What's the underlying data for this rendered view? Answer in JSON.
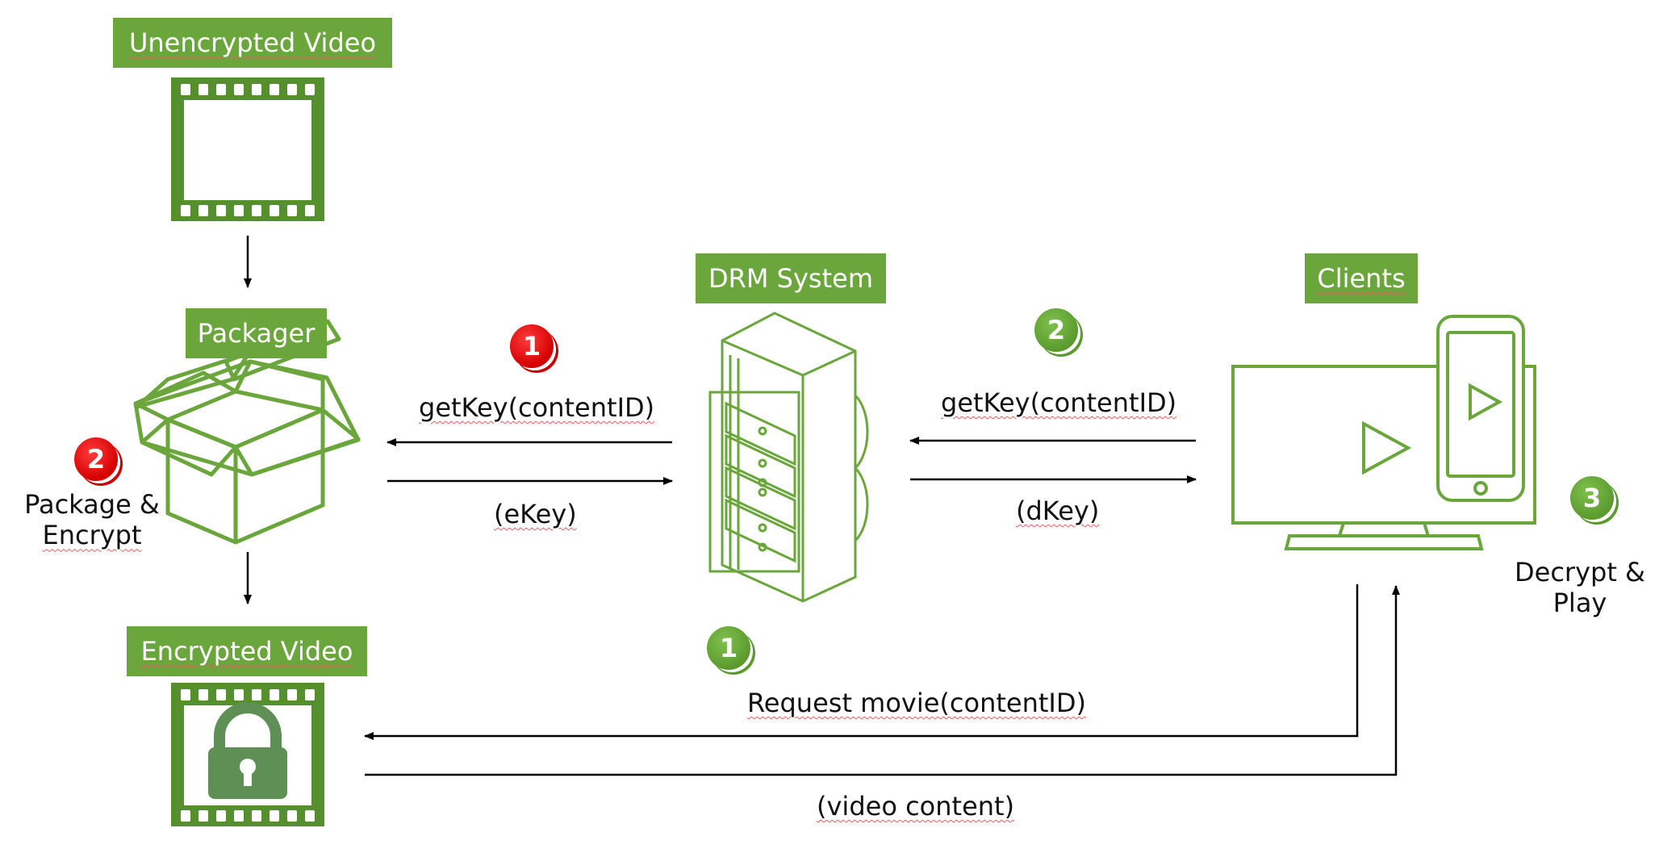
{
  "colors": {
    "green": "#6aa63c",
    "dark_green": "#568f2d",
    "lock_green": "#5e8f55",
    "red": "#e00000",
    "arrow": "#000000"
  },
  "labels": {
    "unencrypted_video": "Unencrypted Video",
    "packager": "Packager",
    "drm_system": "DRM System",
    "clients": "Clients",
    "encrypted_video": "Encrypted Video"
  },
  "captions": {
    "package_encrypt_line1": "Package &",
    "package_encrypt_line2": "Encrypt",
    "decrypt_play_line1": "Decrypt &",
    "decrypt_play_line2": "Play",
    "packager_getkey": "getKey(contentID)",
    "packager_ekey": "(eKey)",
    "client_getkey": "getKey(contentID)",
    "client_dkey": "(dKey)",
    "request_movie": "Request movie(contentID)",
    "video_content": "(video content)"
  },
  "badges": {
    "red_packager_request": "1",
    "red_package_encrypt": "2",
    "green_client_getkey": "2",
    "green_request_movie": "1",
    "green_decrypt_play": "3"
  },
  "icons": [
    "film-strip-icon",
    "box-icon",
    "server-rack-icon",
    "monitor-icon",
    "smartphone-icon",
    "play-icon",
    "lock-icon"
  ]
}
